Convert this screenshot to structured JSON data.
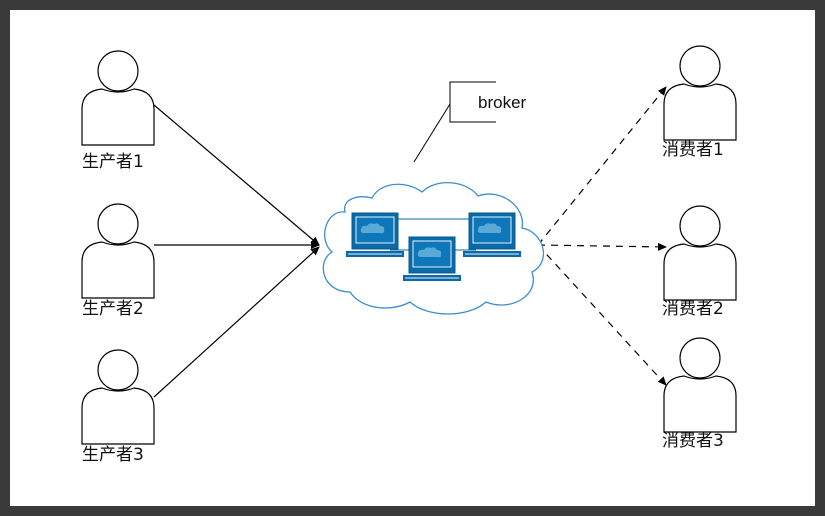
{
  "diagram": {
    "callout": {
      "label": "broker"
    },
    "producers": [
      {
        "label": "生产者1"
      },
      {
        "label": "生产者2"
      },
      {
        "label": "生产者3"
      }
    ],
    "consumers": [
      {
        "label": "消费者1"
      },
      {
        "label": "消费者2"
      },
      {
        "label": "消费者3"
      }
    ],
    "colors": {
      "frame": "#3a3a3a",
      "canvas": "#ffffff",
      "line": "#000000",
      "cloud_stroke": "#3b8fd0",
      "monitor": "#0a6aa8",
      "screen_cloud": "#5aaad8"
    },
    "edges": {
      "producer_to_broker": "solid-arrow",
      "broker_to_consumer": "dashed-arrow"
    }
  }
}
